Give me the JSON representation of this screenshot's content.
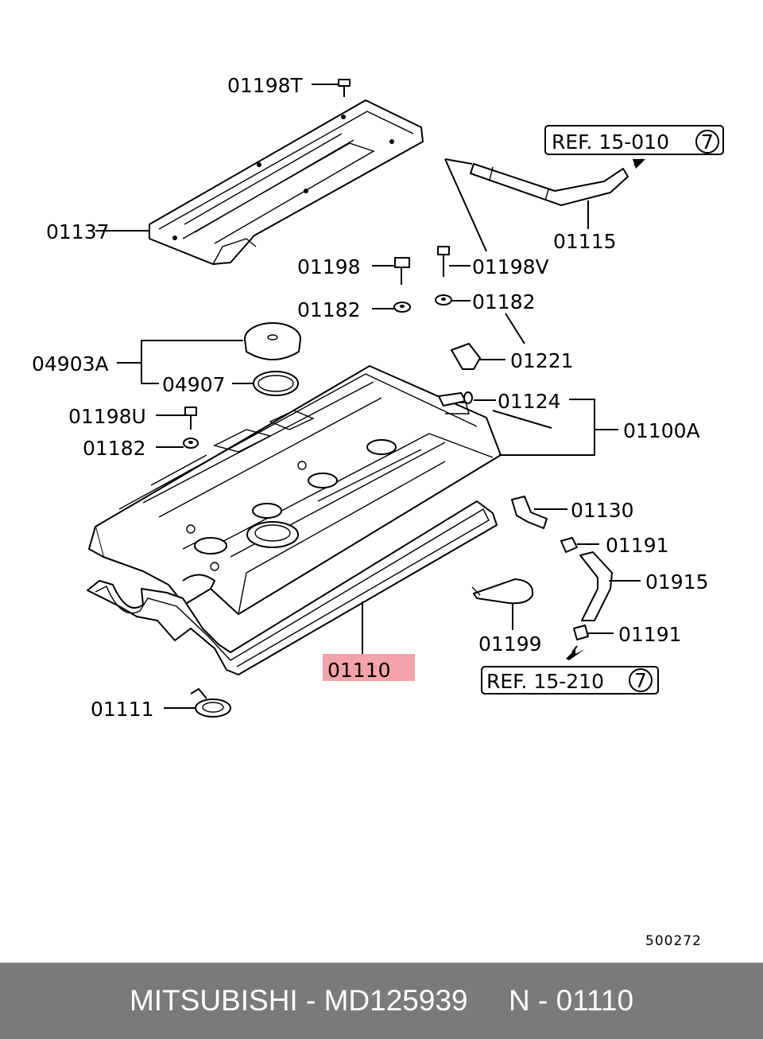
{
  "labels": {
    "p01198T": "01198T",
    "p01137": "01137",
    "p01198": "01198",
    "p01198V": "01198V",
    "p01182a": "01182",
    "p01182b": "01182",
    "p01182c": "01182",
    "p04903A": "04903A",
    "p04907": "04907",
    "p01221": "01221",
    "p01124": "01124",
    "p01100A": "01100A",
    "p01198U": "01198U",
    "p01115": "01115",
    "p01130": "01130",
    "p01191a": "01191",
    "p01191b": "01191",
    "p01915": "01915",
    "p01199": "01199",
    "p01110": "01110",
    "p01111": "01111"
  },
  "refs": {
    "ref1": "REF. 15-010",
    "ref1_num": "7",
    "ref2": "REF. 15-210",
    "ref2_num": "7"
  },
  "diagram_id": "500272",
  "highlight_color": "#f4a3a8",
  "footer": {
    "brand": "MITSUBISHI",
    "sep1": " - ",
    "part_number": "MD125939",
    "position": "N",
    "sep2": " - ",
    "position_code": "01110"
  }
}
